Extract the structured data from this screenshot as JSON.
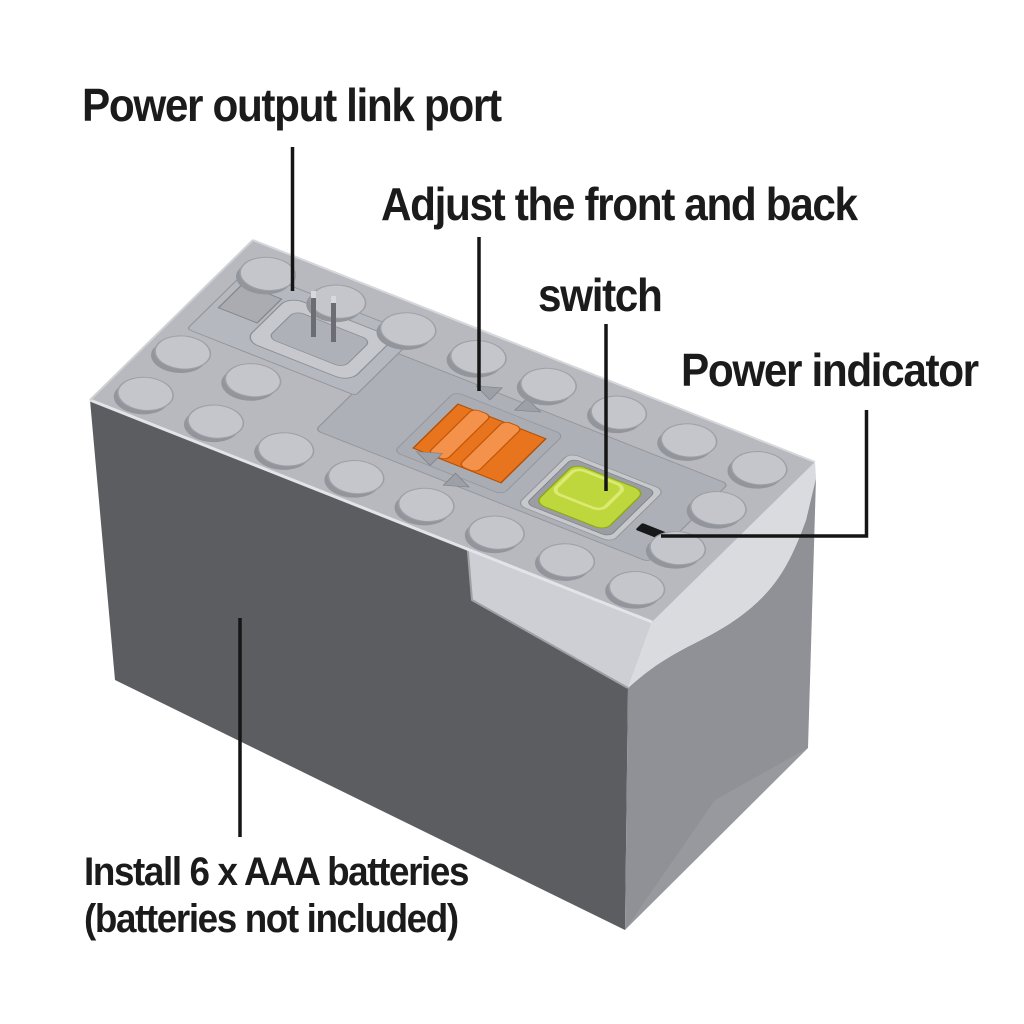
{
  "page": {
    "background_color": "#ffffff",
    "description": "Annotated product diagram of a brick-style AAA battery box"
  },
  "annotations": {
    "text_color": "#1b1b1b",
    "leader_line_color": "#151515",
    "labels": {
      "power_output_link_port": "Power output link port",
      "adjust_front_back": "Adjust the front and back",
      "switch": "switch",
      "power_indicator": "Power indicator",
      "install_batteries_line1": "Install 6 x AAA batteries",
      "install_batteries_line2": "(batteries not included)"
    }
  },
  "product": {
    "features": {
      "port": "power-output-link-port",
      "orange_switch": "front-back-direction-switch",
      "green_button": "power-button",
      "indicator": "power-indicator-slot",
      "compartment": "battery-compartment-6xAAA"
    },
    "colors": {
      "top_face": "#b7b9bf",
      "port_plate": "#b5b8be",
      "channel": "#adb0b6",
      "lid_skirt": "#cdcfd4",
      "lid_skirt_right": "#d9dbde",
      "front_face": "#5b5d61",
      "right_face": "#8f9197",
      "stud_top": "#c4c6cb",
      "stud_side": "#92959b",
      "switch_orange": "#e8751d",
      "switch_orange_ridge": "#f4914a",
      "button_green": "#bdd73c",
      "indicator_slot": "#17181a",
      "pin_metal": "#6b6d72"
    }
  }
}
